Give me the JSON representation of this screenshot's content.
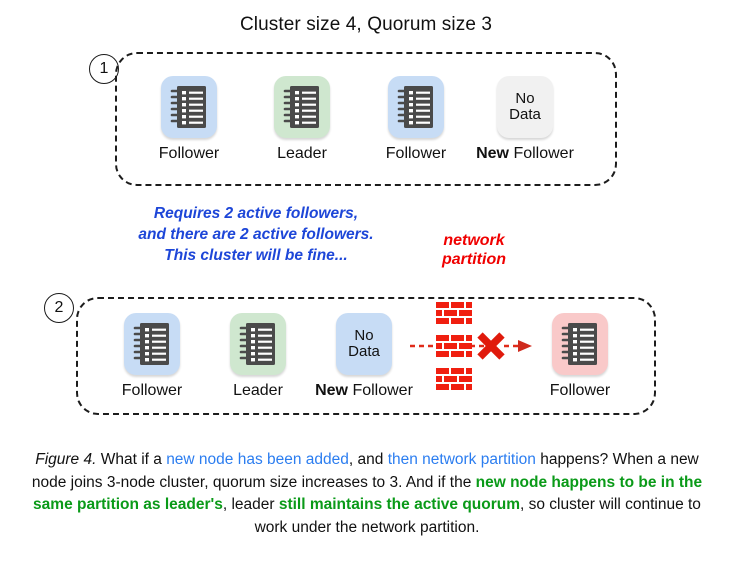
{
  "title": "Cluster size 4, Quorum size 3",
  "steps": {
    "one": "1",
    "two": "2"
  },
  "colors": {
    "tile_blue": "#c7dcf5",
    "tile_green": "#cfe7cf",
    "tile_pink": "#f9c9c9",
    "tile_grey": "#f1f1f1",
    "note_blue": "#1d46d8",
    "partition_red": "#f00000",
    "caption_blue": "#2b7df0",
    "caption_green": "#0a9a18",
    "icon_dark": "#4a4a4a"
  },
  "row1": {
    "nodes": [
      {
        "icon": "notebook-icon",
        "tile": "blue",
        "label_bold": "",
        "label": "Follower",
        "nodata": ""
      },
      {
        "icon": "notebook-icon",
        "tile": "green",
        "label_bold": "",
        "label": "Leader",
        "nodata": ""
      },
      {
        "icon": "notebook-icon",
        "tile": "blue",
        "label_bold": "",
        "label": "Follower",
        "nodata": ""
      },
      {
        "icon": "no-data-box",
        "tile": "grey",
        "label_bold": "New",
        "label": " Follower",
        "nodata_line1": "No",
        "nodata_line2": "Data"
      }
    ]
  },
  "note": {
    "line1": "Requires 2 active followers,",
    "line2": "and there are 2 active followers.",
    "line3": "This cluster will be fine..."
  },
  "network_partition": {
    "line1": "network",
    "line2": "partition",
    "icon_left": "brick-wall-icon",
    "icon_cross": "red-x-icon",
    "icon_arrow": "dashed-arrow-icon"
  },
  "row2": {
    "nodes": [
      {
        "icon": "notebook-icon",
        "tile": "blue",
        "label_bold": "",
        "label": "Follower",
        "nodata": ""
      },
      {
        "icon": "notebook-icon",
        "tile": "green",
        "label_bold": "",
        "label": "Leader",
        "nodata": ""
      },
      {
        "icon": "no-data-box",
        "tile": "blue",
        "label_bold": "New",
        "label": " Follower",
        "nodata_line1": "No",
        "nodata_line2": "Data"
      },
      {
        "icon": "notebook-icon",
        "tile": "pink",
        "label_bold": "",
        "label": "Follower",
        "nodata": ""
      }
    ]
  },
  "caption": {
    "figure": "Figure 4.",
    "t1": " What if a ",
    "blue1": "new node has been added",
    "t2": ", and ",
    "blue2": "then network partition",
    "t3": " happens? When a new node joins 3-node cluster, quorum size increases to 3. And if the ",
    "green1": "new node happens to be in the same partition as leader's",
    "t4": ", leader ",
    "green2": "still maintains the active quorum",
    "t5": ", so cluster will continue to work under the network partition."
  }
}
